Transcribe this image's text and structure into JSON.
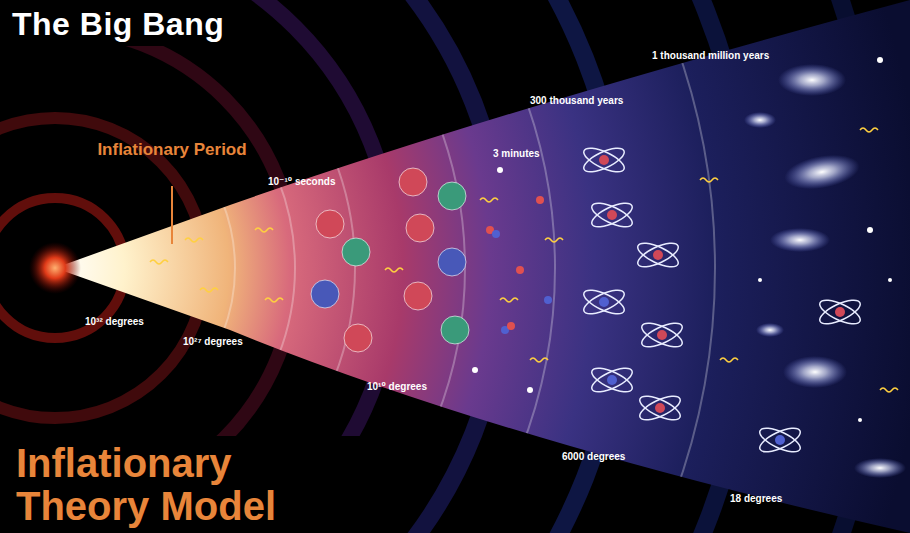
{
  "diagram": {
    "title": "The Big Bang",
    "caption": "Inflationary Theory Model",
    "labels": [
      "Inflationary Period",
      "10⁻¹⁰ seconds",
      "3 minutes",
      "300 thousand years",
      "1 thousand million years",
      "10³² degrees",
      "10²⁷ degrees",
      "10¹⁰ degrees",
      "6000 degrees",
      "18 degrees"
    ]
  }
}
